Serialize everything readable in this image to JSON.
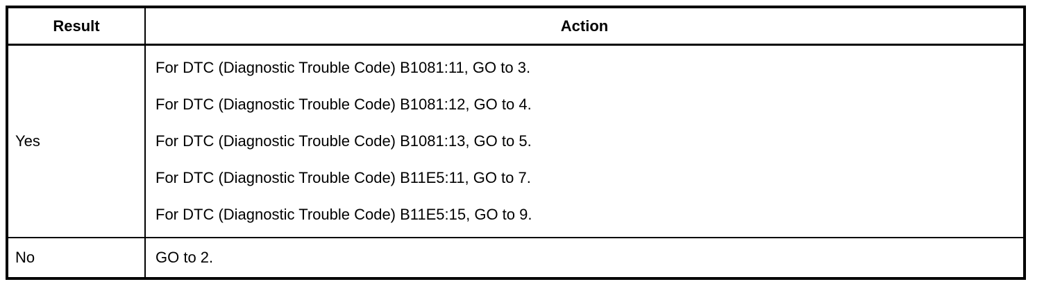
{
  "table": {
    "headers": {
      "result": "Result",
      "action": "Action"
    },
    "rows": [
      {
        "result": "Yes",
        "actions": [
          "For DTC (Diagnostic Trouble Code) B1081:11, GO to 3.",
          "For DTC (Diagnostic Trouble Code) B1081:12, GO to 4.",
          "For DTC (Diagnostic Trouble Code) B1081:13, GO to 5.",
          "For DTC (Diagnostic Trouble Code) B11E5:11, GO to 7.",
          "For DTC (Diagnostic Trouble Code) B11E5:15, GO to 9."
        ]
      },
      {
        "result": "No",
        "actions": [
          "GO to 2."
        ]
      }
    ]
  },
  "colors": {
    "border": "#000000",
    "background": "#ffffff",
    "text": "#000000"
  }
}
